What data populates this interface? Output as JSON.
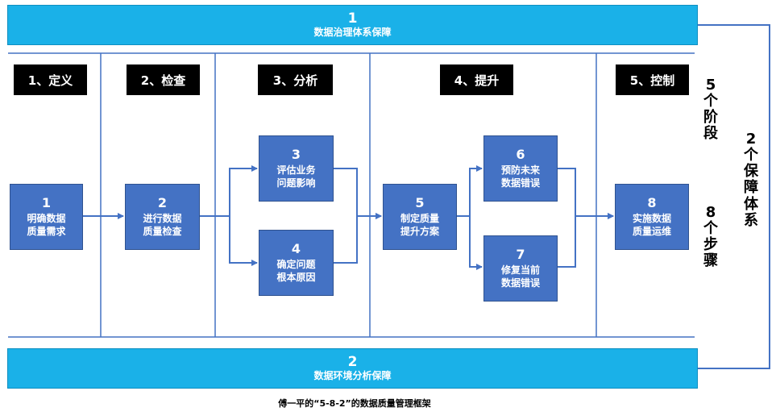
{
  "top_bar": {
    "number": "1",
    "label": "数据治理体系保障"
  },
  "bottom_bar": {
    "number": "2",
    "label": "数据环境分析保障"
  },
  "stages": [
    "1、定义",
    "2、检查",
    "3、分析",
    "4、提升",
    "5、控制"
  ],
  "steps": [
    {
      "number": "1",
      "label": "明确数据\n质量需求"
    },
    {
      "number": "2",
      "label": "进行数据\n质量检查"
    },
    {
      "number": "3",
      "label": "评估业务\n问题影响"
    },
    {
      "number": "4",
      "label": "确定问题\n根本原因"
    },
    {
      "number": "5",
      "label": "制定质量\n提升方案"
    },
    {
      "number": "6",
      "label": "预防未来\n数据错误"
    },
    {
      "number": "7",
      "label": "修复当前\n数据错误"
    },
    {
      "number": "8",
      "label": "实施数据\n质量运维"
    }
  ],
  "side_labels": {
    "five_stages": "5\n个\n阶\n段",
    "eight_steps": "8\n个\n步\n骤",
    "two_guarantees": "2\n个\n保\n障\n体\n系"
  },
  "caption": "傅一平的“5-8-2”的数据质量管理框架",
  "colors": {
    "bar": "#1ab1e8",
    "step": "#4472c4",
    "line": "#4472c4",
    "stage_bg": "#000000"
  }
}
